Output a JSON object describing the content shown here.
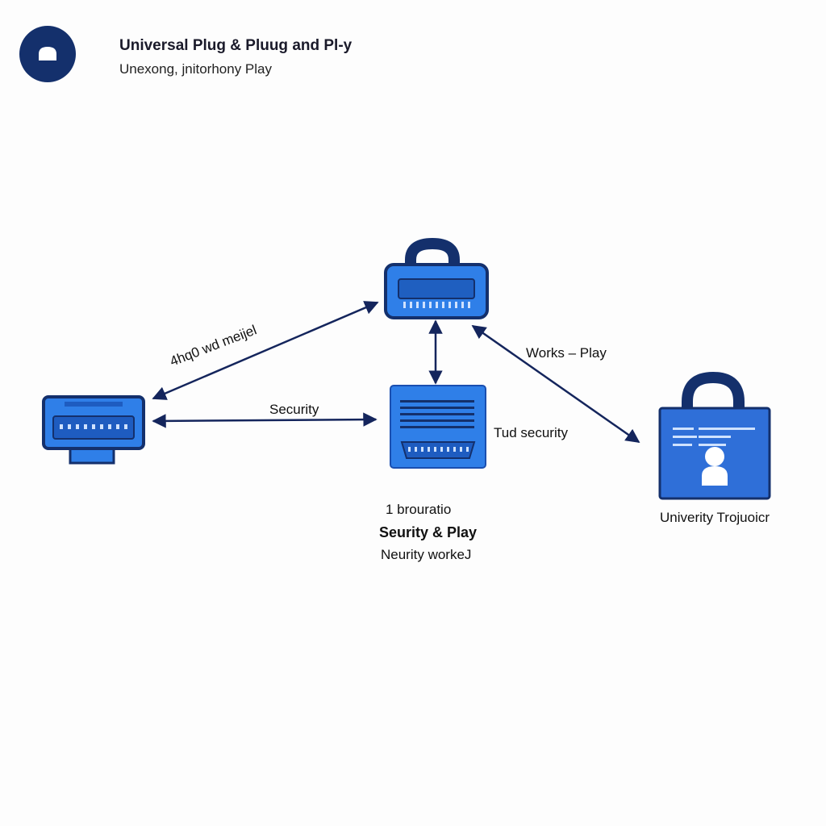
{
  "header": {
    "title": "Universal Plug & Pluug and Pl-y",
    "subtitle": "Unexong, jnitorhony Play"
  },
  "edges": {
    "left_diagonal_label": "4hq0 wd meijel",
    "security_label": "Security",
    "works_play_label": "Works – Play",
    "tud_security_label": "Tud security"
  },
  "nodes": {
    "center": {
      "label_line1": "1 brouratio",
      "label_line2": "Seurity & Play",
      "label_line3": "Neurity workeJ"
    },
    "right": {
      "label": "Univerity Trojuoicr"
    }
  },
  "colors": {
    "accent": "#2f7fe8",
    "accent_dark": "#14306c",
    "arrow": "#14255c"
  }
}
